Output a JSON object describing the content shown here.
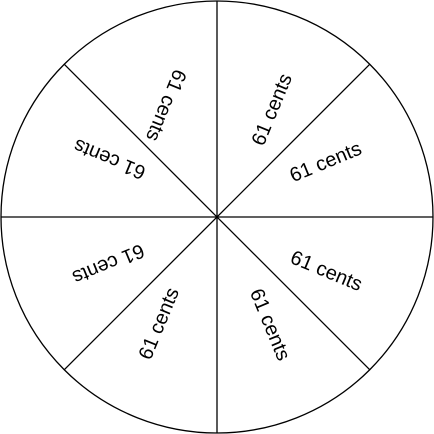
{
  "wheel": {
    "colors": {
      "background": "#ffffff",
      "stroke": "#000000",
      "text": "#000000"
    },
    "sectors": [
      {
        "label": "61 cents"
      },
      {
        "label": "61 cents"
      },
      {
        "label": "61 cents"
      },
      {
        "label": "61 cents"
      },
      {
        "label": "61 cents"
      },
      {
        "label": "61 cents"
      },
      {
        "label": "61 cents"
      },
      {
        "label": "61 cents"
      }
    ]
  }
}
